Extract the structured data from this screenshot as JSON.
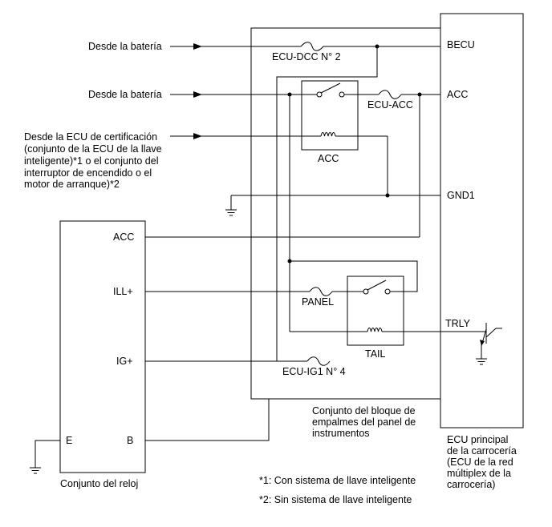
{
  "sources": {
    "battery_1": "Desde la batería",
    "battery_2": "Desde la batería",
    "certification_ecu": [
      "Desde la ECU de certificación",
      "(conjunto de la ECU de la llave",
      "inteligente)*1 o el conjunto del",
      "interruptor de encendido o el",
      "motor de arranque)*2"
    ]
  },
  "ecu": {
    "pins": {
      "becu": "BECU",
      "acc": "ACC",
      "gnd1": "GND1",
      "trly": "TRLY"
    },
    "caption": [
      "ECU principal",
      "de la carrocería",
      "(ECU de la red",
      "múltiplex de la",
      "carrocería)"
    ]
  },
  "junction_block": {
    "fuses": {
      "ecu_dcc": "ECU-DCC N° 2",
      "ecu_acc": "ECU-ACC",
      "panel": "PANEL",
      "ecu_ig1": "ECU-IG1 N° 4"
    },
    "relays": {
      "acc": "ACC",
      "tail": "TAIL"
    },
    "caption": [
      "Conjunto del bloque de",
      "empalmes del panel de",
      "instrumentos"
    ]
  },
  "clock": {
    "pins": {
      "acc": "ACC",
      "ill": "ILL+",
      "ig": "IG+",
      "e": "E",
      "b": "B"
    },
    "caption": "Conjunto del reloj"
  },
  "notes": {
    "note_1": "*1: Con sistema de llave inteligente",
    "note_2": "*2: Sin sistema de llave inteligente"
  }
}
